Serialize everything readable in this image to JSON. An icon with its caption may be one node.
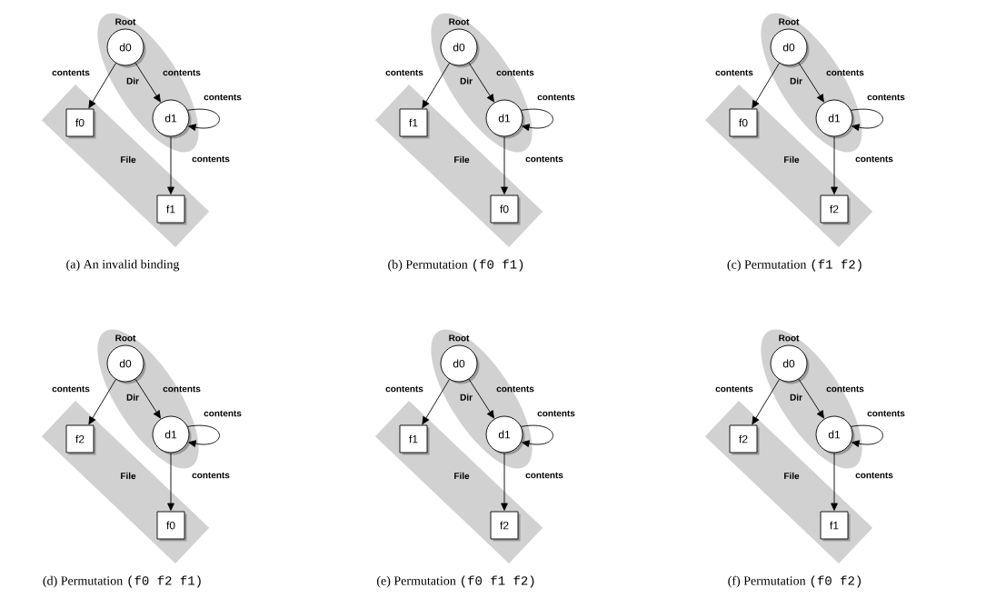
{
  "diagram": {
    "nodes": [
      {
        "text": [
          "Dir"
        ]
      },
      {
        "text": [
          "File"
        ]
      },
      {
        "text": [
          "d0"
        ],
        "in": 0,
        "beside": [
          "Root"
        ]
      },
      {
        "text": [
          "d1"
        ],
        "in": 0
      },
      {
        "text": [
          "f0"
        ],
        "in": 1
      },
      {
        "text": [
          "f1"
        ],
        "in": 1
      },
      {
        "text": [
          "Dir"
        ]
      },
      {
        "text": [
          "File"
        ]
      },
      {
        "text": [
          "d0"
        ],
        "in": 6,
        "beside": [
          "Root"
        ]
      },
      {
        "text": [
          "d1"
        ],
        "in": 6
      },
      {
        "text": [
          "f1"
        ],
        "in": 7
      },
      {
        "text": [
          "f0"
        ],
        "in": 7
      },
      {
        "text": [
          "Dir"
        ]
      },
      {
        "text": [
          "File"
        ]
      },
      {
        "text": [
          "d0"
        ],
        "in": 12,
        "beside": [
          "Root"
        ]
      },
      {
        "text": [
          "d1"
        ],
        "in": 12
      },
      {
        "text": [
          "f0"
        ],
        "in": 13
      },
      {
        "text": [
          "f2"
        ],
        "in": 13
      },
      {
        "text": [
          "Dir"
        ]
      },
      {
        "text": [
          "File"
        ]
      },
      {
        "text": [
          "d0"
        ],
        "in": 18,
        "beside": [
          "Root"
        ]
      },
      {
        "text": [
          "d1"
        ],
        "in": 18
      },
      {
        "text": [
          "f2"
        ],
        "in": 19
      },
      {
        "text": [
          "f0"
        ],
        "in": 19
      },
      {
        "text": [
          "Dir"
        ]
      },
      {
        "text": [
          "File"
        ]
      },
      {
        "text": [
          "d0"
        ],
        "in": 24,
        "beside": [
          "Root"
        ]
      },
      {
        "text": [
          "d1"
        ],
        "in": 24
      },
      {
        "text": [
          "f1"
        ],
        "in": 25
      },
      {
        "text": [
          "f2"
        ],
        "in": 25
      },
      {
        "text": [
          "Dir"
        ]
      },
      {
        "text": [
          "File"
        ]
      },
      {
        "text": [
          "d0"
        ],
        "in": 30,
        "beside": [
          "Root"
        ]
      },
      {
        "text": [
          "d1"
        ],
        "in": 30
      },
      {
        "text": [
          "f2"
        ],
        "in": 31
      },
      {
        "text": [
          "f1"
        ],
        "in": 31
      }
    ],
    "edges": [
      {
        "from": 2,
        "to": 4,
        "arrow": "to",
        "label": "contents"
      },
      {
        "from": 2,
        "to": 3,
        "arrow": "to",
        "label": "contents"
      },
      {
        "from": 3,
        "to": 3,
        "arrow": "to",
        "label": "contents"
      },
      {
        "from": 3,
        "to": 5,
        "arrow": "to",
        "label": "contents"
      },
      {
        "from": 8,
        "to": 10,
        "arrow": "to",
        "label": "contents"
      },
      {
        "from": 8,
        "to": 9,
        "arrow": "to",
        "label": "contents"
      },
      {
        "from": 9,
        "to": 9,
        "arrow": "to",
        "label": "contents"
      },
      {
        "from": 9,
        "to": 11,
        "arrow": "to",
        "label": "contents"
      },
      {
        "from": 14,
        "to": 16,
        "arrow": "to",
        "label": "contents"
      },
      {
        "from": 14,
        "to": 15,
        "arrow": "to",
        "label": "contents"
      },
      {
        "from": 15,
        "to": 15,
        "arrow": "to",
        "label": "contents"
      },
      {
        "from": 15,
        "to": 17,
        "arrow": "to",
        "label": "contents"
      },
      {
        "from": 20,
        "to": 22,
        "arrow": "to",
        "label": "contents"
      },
      {
        "from": 20,
        "to": 21,
        "arrow": "to",
        "label": "contents"
      },
      {
        "from": 21,
        "to": 21,
        "arrow": "to",
        "label": "contents"
      },
      {
        "from": 21,
        "to": 23,
        "arrow": "to",
        "label": "contents"
      },
      {
        "from": 26,
        "to": 28,
        "arrow": "to",
        "label": "contents"
      },
      {
        "from": 26,
        "to": 27,
        "arrow": "to",
        "label": "contents"
      },
      {
        "from": 27,
        "to": 27,
        "arrow": "to",
        "label": "contents"
      },
      {
        "from": 27,
        "to": 29,
        "arrow": "to",
        "label": "contents"
      },
      {
        "from": 32,
        "to": 34,
        "arrow": "to",
        "label": "contents"
      },
      {
        "from": 32,
        "to": 33,
        "arrow": "to",
        "label": "contents"
      },
      {
        "from": 33,
        "to": 33,
        "arrow": "to",
        "label": "contents"
      },
      {
        "from": 33,
        "to": 35,
        "arrow": "to",
        "label": "contents"
      }
    ],
    "labels": [
      "(a) An invalid binding",
      "(b) Permutation",
      "(f0 f1)",
      "(c) Permutation",
      "(f1 f2)",
      "(d) Permutation",
      "(f0 f2 f1)",
      "(e) Permutation",
      "(f0 f1 f2)",
      "(f) Permutation",
      "(f0 f2)"
    ]
  }
}
